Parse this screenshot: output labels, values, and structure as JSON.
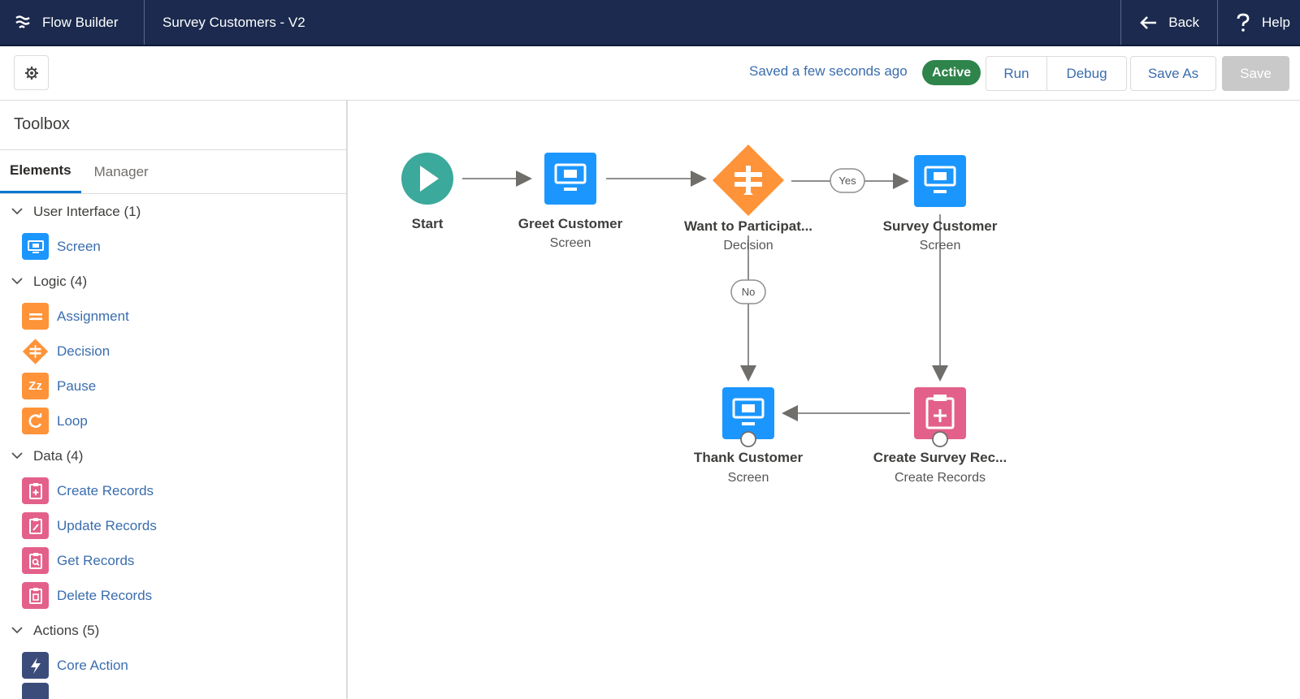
{
  "header": {
    "app_name": "Flow Builder",
    "flow_title": "Survey Customers - V2",
    "back_label": "Back",
    "help_label": "Help"
  },
  "toolbar": {
    "saved_status": "Saved a few seconds ago",
    "active_badge": "Active",
    "run_label": "Run",
    "debug_label": "Debug",
    "save_as_label": "Save As",
    "save_label": "Save"
  },
  "sidebar": {
    "title": "Toolbox",
    "tabs": [
      {
        "label": "Elements",
        "active": true
      },
      {
        "label": "Manager",
        "active": false
      }
    ],
    "sections": [
      {
        "label": "User Interface (1)",
        "items": [
          {
            "label": "Screen",
            "icon": "screen-icon",
            "color": "#1b96ff"
          }
        ]
      },
      {
        "label": "Logic (4)",
        "items": [
          {
            "label": "Assignment",
            "icon": "assignment-icon",
            "color": "#fe9339"
          },
          {
            "label": "Decision",
            "icon": "decision-icon",
            "color": "#fe9339"
          },
          {
            "label": "Pause",
            "icon": "pause-icon",
            "color": "#fe9339"
          },
          {
            "label": "Loop",
            "icon": "loop-icon",
            "color": "#fe9339"
          }
        ]
      },
      {
        "label": "Data (4)",
        "items": [
          {
            "label": "Create Records",
            "icon": "create-records-icon",
            "color": "#e3608a"
          },
          {
            "label": "Update Records",
            "icon": "update-records-icon",
            "color": "#e3608a"
          },
          {
            "label": "Get Records",
            "icon": "get-records-icon",
            "color": "#e3608a"
          },
          {
            "label": "Delete Records",
            "icon": "delete-records-icon",
            "color": "#e3608a"
          }
        ]
      },
      {
        "label": "Actions (5)",
        "items": [
          {
            "label": "Core Action",
            "icon": "core-action-icon",
            "color": "#3c4c7a"
          }
        ]
      }
    ]
  },
  "canvas": {
    "nodes": {
      "start": {
        "label": "Start"
      },
      "greet": {
        "label": "Greet Customer",
        "type": "Screen"
      },
      "decision": {
        "label": "Want to Participat...",
        "type": "Decision"
      },
      "survey": {
        "label": "Survey Customer",
        "type": "Screen"
      },
      "thank": {
        "label": "Thank Customer",
        "type": "Screen"
      },
      "create": {
        "label": "Create Survey Rec...",
        "type": "Create Records"
      }
    },
    "connectors": {
      "yes_label": "Yes",
      "no_label": "No"
    }
  },
  "colors": {
    "header_bg": "#1b2a4e",
    "screen_blue": "#1b96ff",
    "logic_orange": "#fe9339",
    "data_pink": "#e3608a",
    "start_teal": "#3ba99c",
    "active_green": "#2e844a"
  }
}
